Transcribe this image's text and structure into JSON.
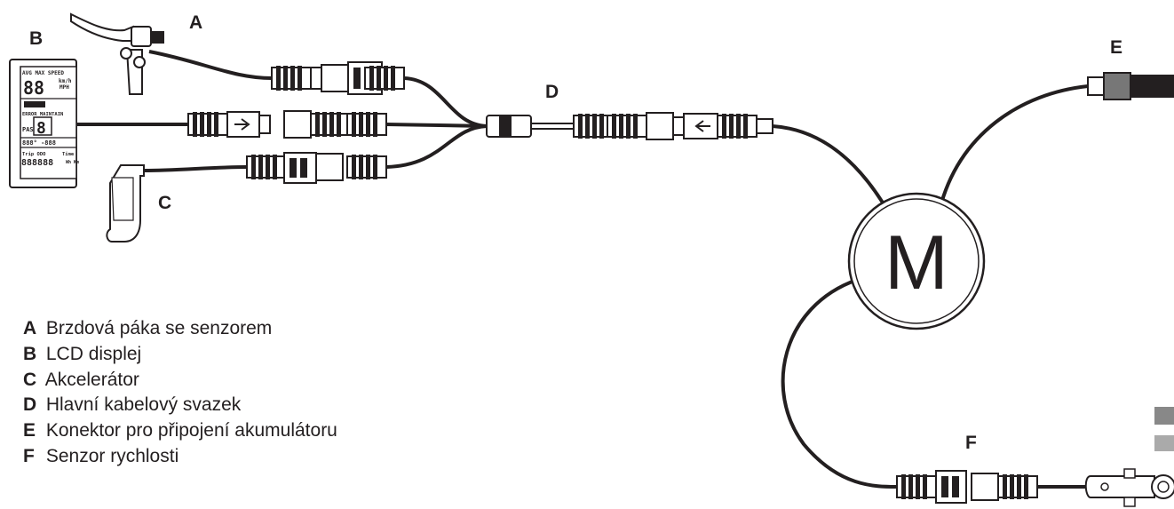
{
  "labels": {
    "a": "A",
    "b": "B",
    "c": "C",
    "d": "D",
    "e": "E",
    "f": "F",
    "motor": "M"
  },
  "display_text": {
    "header": "AVG MAX SPEED",
    "speed_digits": "88",
    "speed_units_1": "km/h",
    "speed_units_2": "MPH",
    "status_row": "ERROR MAINTAIN",
    "pas_label": "PAS",
    "pas_digit": "8",
    "mid_row": "888° -888",
    "bottom_labels": "Trip ODO",
    "time_label": "Time",
    "units_wh_km": "Wh Km",
    "odo_digits": "888888"
  },
  "legend": [
    {
      "key": "A",
      "text": "Brzdová páka se senzorem"
    },
    {
      "key": "B",
      "text": "LCD displej"
    },
    {
      "key": "C",
      "text": "Akcelerátor"
    },
    {
      "key": "D",
      "text": "Hlavní kabelový svazek"
    },
    {
      "key": "E",
      "text": "Konektor pro připojení akumulátoru"
    },
    {
      "key": "F",
      "text": "Senzor rychlosti"
    }
  ]
}
